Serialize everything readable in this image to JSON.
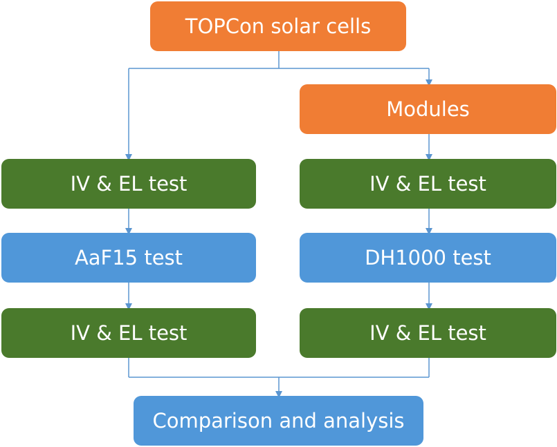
{
  "colors": {
    "orange": "#f07d34",
    "green": "#4a7a2c",
    "blue": "#5097d9",
    "connector": "#5a95d0"
  },
  "nodes": {
    "topcon": "TOPCon solar cells",
    "modules": "Modules",
    "left_iv_el_test_1": "IV & EL test",
    "right_iv_el_test_1": "IV & EL test",
    "aaf15_test": "AaF15 test",
    "dh1000_test": "DH1000 test",
    "left_iv_el_test_2": "IV & EL test",
    "right_iv_el_test_2": "IV & EL test",
    "comparison": "Comparison and analysis"
  }
}
